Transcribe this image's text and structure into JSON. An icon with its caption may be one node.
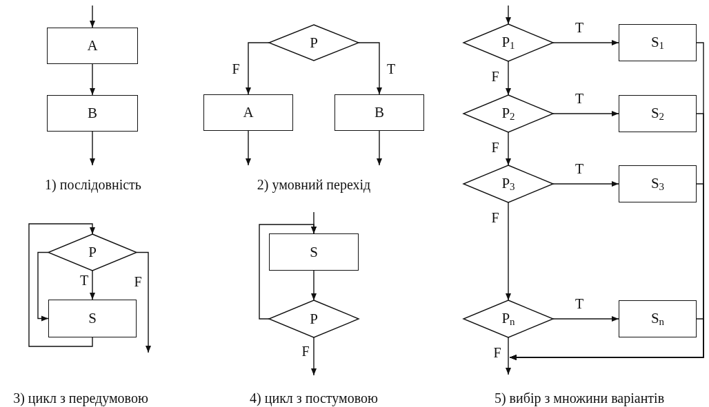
{
  "diagram": {
    "nodes": [
      {
        "text": [
          "A"
        ]
      },
      {
        "text": [
          "B"
        ]
      },
      {
        "text": [
          "P"
        ]
      },
      {
        "text": [
          "A"
        ]
      },
      {
        "text": [
          "B"
        ]
      },
      {
        "text": [
          "P"
        ]
      },
      {
        "text": [
          "S"
        ]
      },
      {
        "text": [
          "S"
        ]
      },
      {
        "text": [
          "P"
        ]
      },
      {
        "text": [
          "P$_{1}$"
        ]
      },
      {
        "text": [
          "S$_{1}$"
        ]
      },
      {
        "text": [
          "P$_{2}$"
        ]
      },
      {
        "text": [
          "S$_{2}$"
        ]
      },
      {
        "text": [
          "P$_{3}$"
        ]
      },
      {
        "text": [
          "S$_{3}$"
        ]
      },
      {
        "text": [
          "P$_{n}$"
        ]
      },
      {
        "text": [
          "S$_{n}$"
        ]
      }
    ],
    "edges": [
      {
        "from": null,
        "to": 0,
        "arrow": "to"
      },
      {
        "from": 0,
        "to": 1,
        "arrow": "to"
      },
      {
        "from": 1,
        "to": null,
        "arrow": "to"
      },
      {
        "from": 2,
        "to": 3,
        "arrow": "to",
        "label": "F"
      },
      {
        "from": 2,
        "to": 4,
        "arrow": "to",
        "label": "T"
      },
      {
        "from": 3,
        "to": null,
        "arrow": "to"
      },
      {
        "from": 4,
        "to": null,
        "arrow": "to"
      },
      {
        "from": 6,
        "to": 5,
        "arrow": "to"
      },
      {
        "from": 5,
        "to": 6,
        "arrow": "to",
        "label": "T"
      },
      {
        "from": 5,
        "to": 6,
        "arrow": "to"
      },
      {
        "from": 5,
        "to": null,
        "arrow": "to",
        "label": "F"
      },
      {
        "from": null,
        "to": 7,
        "arrow": "to"
      },
      {
        "from": 7,
        "to": 8,
        "arrow": "to"
      },
      {
        "from": 8,
        "to": 7,
        "arrow": "to"
      },
      {
        "from": 8,
        "to": null,
        "arrow": "to",
        "label": "F"
      },
      {
        "from": null,
        "to": 9,
        "arrow": "to"
      },
      {
        "from": 9,
        "to": 10,
        "arrow": "to",
        "label": "T"
      },
      {
        "from": 9,
        "to": 11,
        "arrow": "to",
        "label": "F"
      },
      {
        "from": 11,
        "to": 12,
        "arrow": "to",
        "label": "T"
      },
      {
        "from": 11,
        "to": 13,
        "arrow": "to",
        "label": "F"
      },
      {
        "from": 13,
        "to": 14,
        "arrow": "to",
        "label": "T"
      },
      {
        "from": 13,
        "to": 15,
        "arrow": "to",
        "label": "F"
      },
      {
        "from": 15,
        "to": 16,
        "arrow": "to",
        "label": "T"
      },
      {
        "from": 15,
        "to": null,
        "arrow": "to",
        "label": "F"
      },
      {
        "from": 10,
        "to": null,
        "arrow": "to"
      },
      {
        "from": 12,
        "to": null,
        "arrow": "to"
      },
      {
        "from": 14,
        "to": null,
        "arrow": "to"
      },
      {
        "from": 16,
        "to": null,
        "arrow": "to"
      }
    ],
    "labels": [
      "1) послідовність",
      "2) умовний перехід",
      "3) цикл з передумовою",
      "4) цикл з постумовою",
      "5) вибір з множини варіантів"
    ]
  }
}
